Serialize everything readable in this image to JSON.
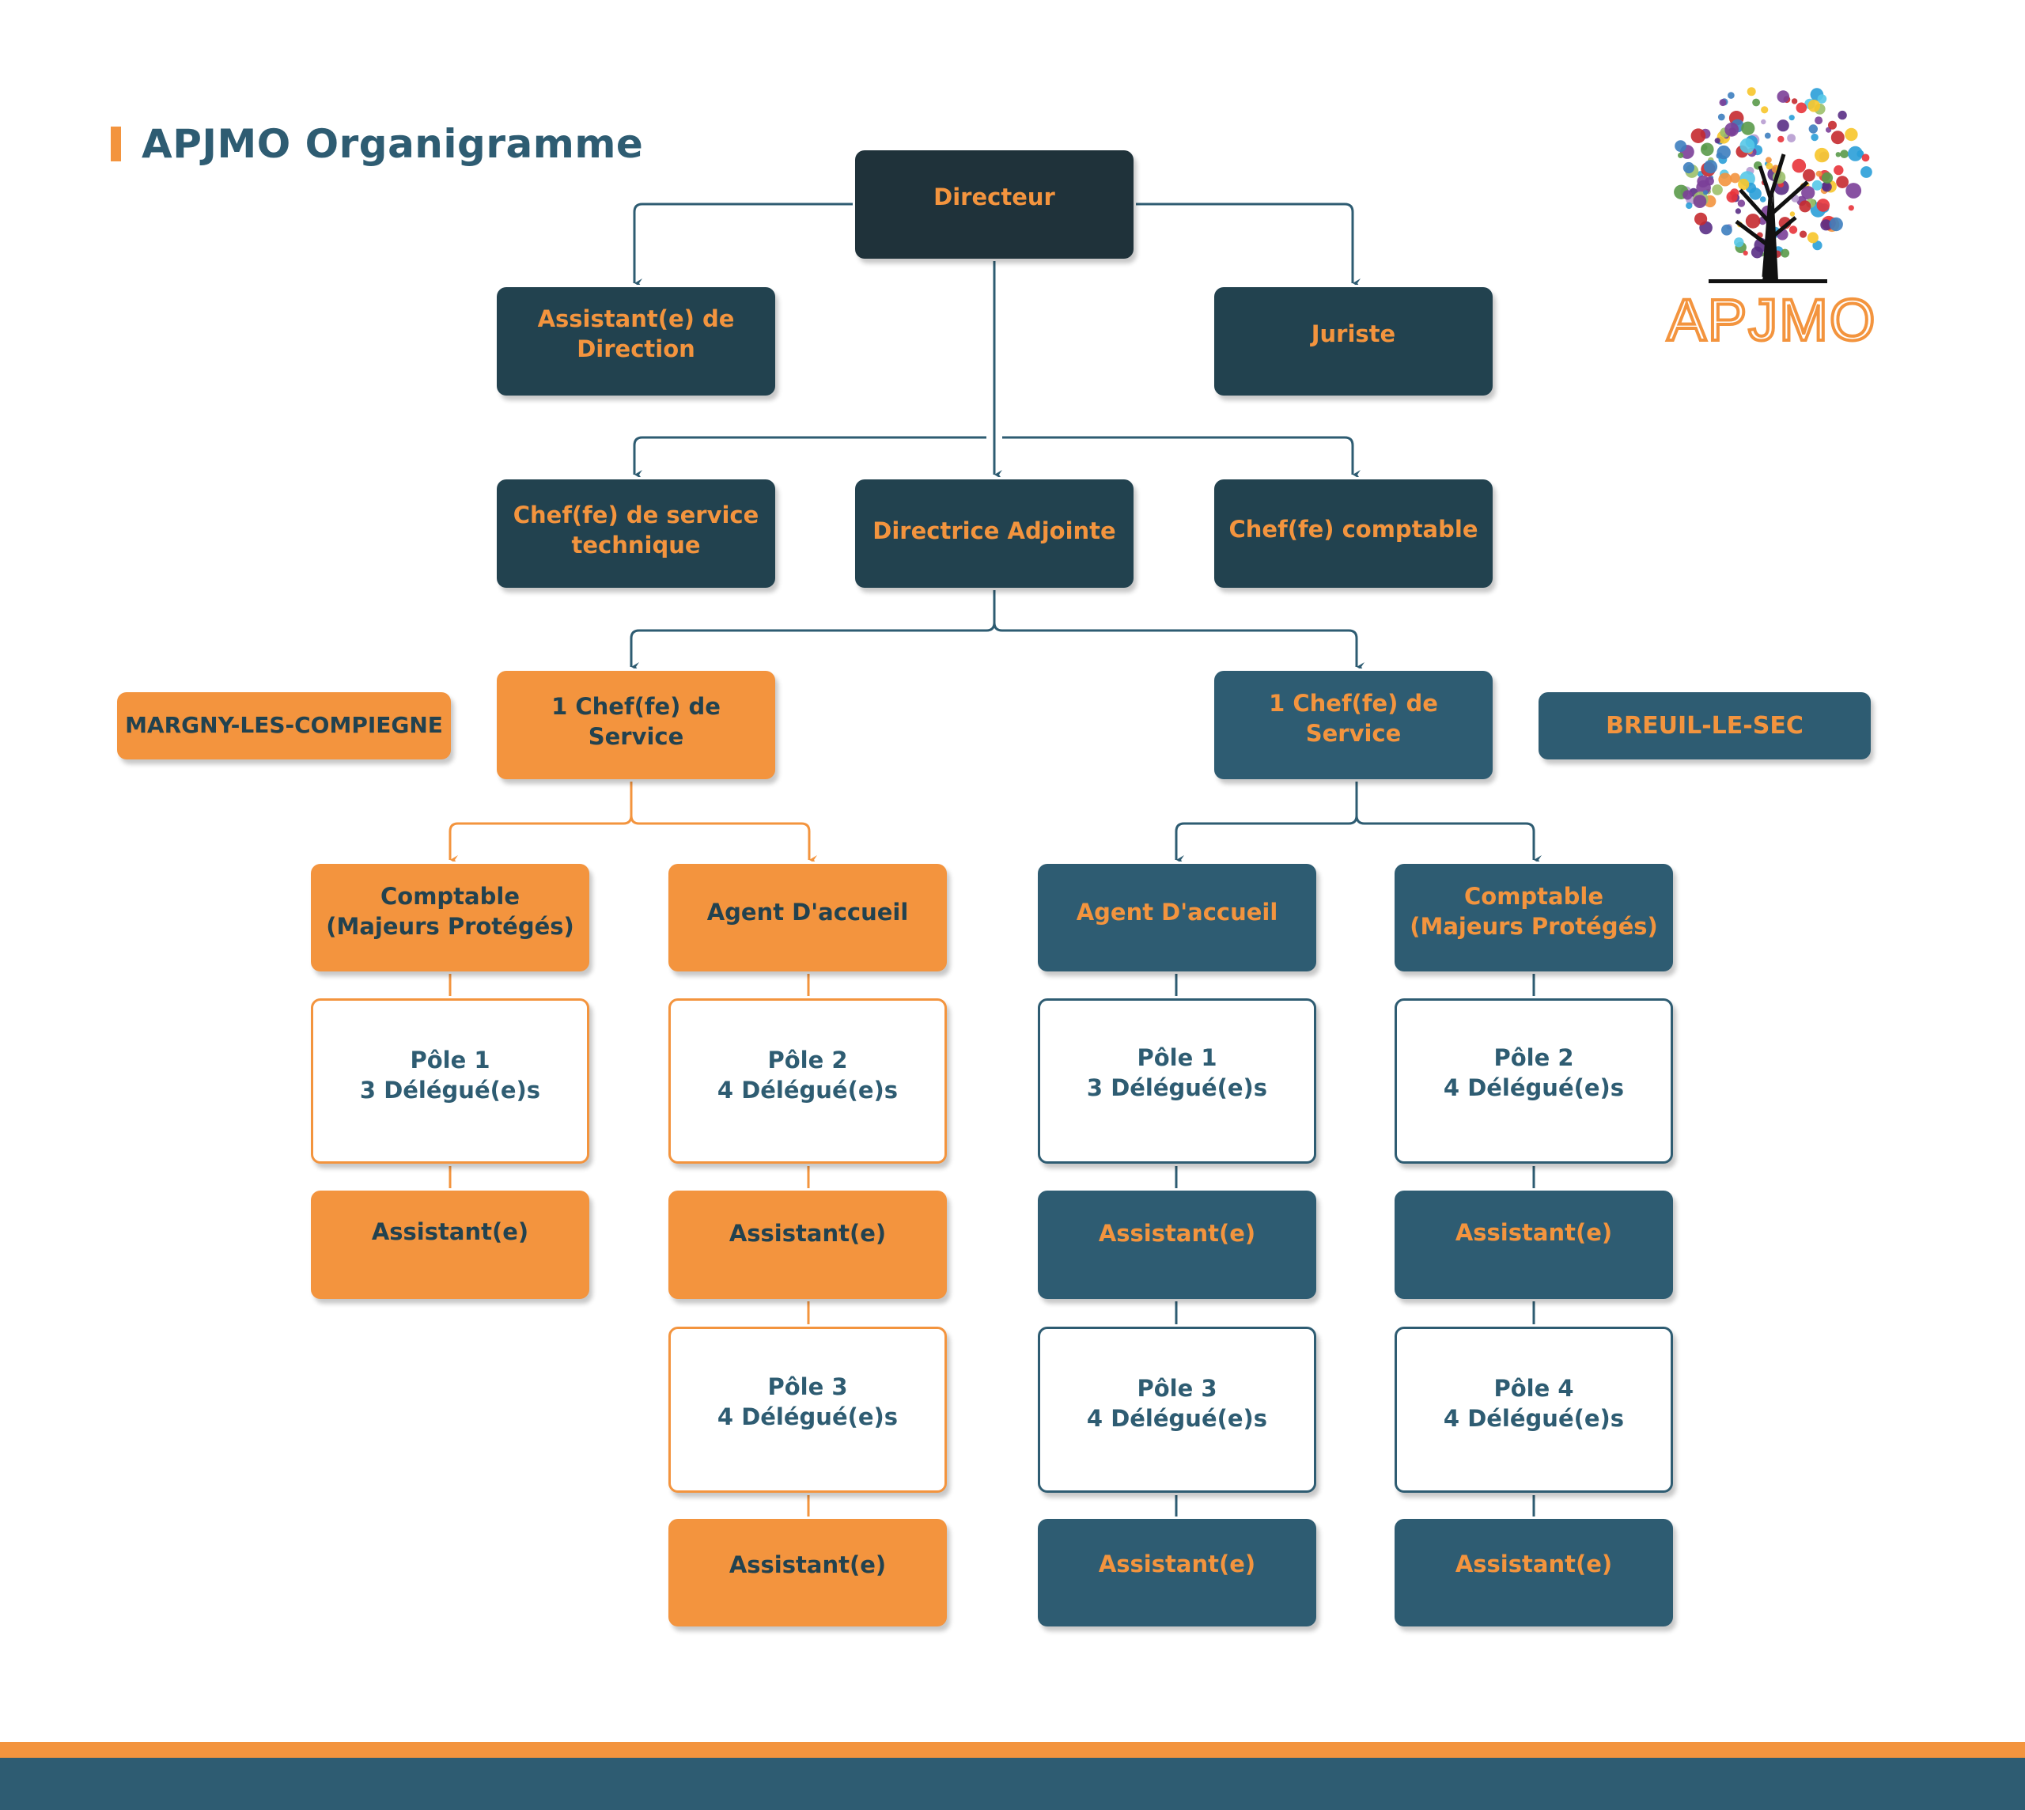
{
  "title": "APJMO Organigramme",
  "logo": {
    "text": "APJMO",
    "icon": "tree-logo-icon"
  },
  "colors": {
    "orange": "#f3943e",
    "teal": "#2e5c72",
    "navy": "#22424f",
    "dark": "#1f323a"
  },
  "nodes": {
    "directeur": "Directeur",
    "assistant_direction": "Assistant(e) de\nDirection",
    "juriste": "Juriste",
    "chef_service_technique": "Chef(fe) de service\ntechnique",
    "directrice_adjointe": "Directrice Adjointe",
    "chef_comptable": "Chef(fe) comptable"
  },
  "sites": {
    "margny": {
      "label": "MARGNY-LES-COMPIEGNE",
      "chef": "1 Chef(fe) de Service",
      "columns": [
        {
          "head": "Comptable\n(Majeurs Protégés)",
          "items": [
            {
              "type": "pole",
              "text": "Pôle 1\n3  Délégué(e)s"
            },
            {
              "type": "assistant",
              "text": "Assistant(e)"
            }
          ]
        },
        {
          "head": "Agent D'accueil",
          "items": [
            {
              "type": "pole",
              "text": "Pôle 2\n4  Délégué(e)s"
            },
            {
              "type": "assistant",
              "text": "Assistant(e)"
            },
            {
              "type": "pole",
              "text": "Pôle 3\n4  Délégué(e)s"
            },
            {
              "type": "assistant",
              "text": "Assistant(e)"
            }
          ]
        }
      ]
    },
    "breuil": {
      "label": "BREUIL-LE-SEC",
      "chef": "1 Chef(fe) de Service",
      "columns": [
        {
          "head": "Agent D'accueil",
          "items": [
            {
              "type": "pole",
              "text": "Pôle 1\n3 Délégué(e)s"
            },
            {
              "type": "assistant",
              "text": "Assistant(e)"
            },
            {
              "type": "pole",
              "text": "Pôle 3\n4 Délégué(e)s"
            },
            {
              "type": "assistant",
              "text": "Assistant(e)"
            }
          ]
        },
        {
          "head": "Comptable\n(Majeurs Protégés)",
          "items": [
            {
              "type": "pole",
              "text": "Pôle 2\n4 Délégué(e)s"
            },
            {
              "type": "assistant",
              "text": "Assistant(e)"
            },
            {
              "type": "pole",
              "text": "Pôle 4\n4 Délégué(e)s"
            },
            {
              "type": "assistant",
              "text": "Assistant(e)"
            }
          ]
        }
      ]
    }
  }
}
